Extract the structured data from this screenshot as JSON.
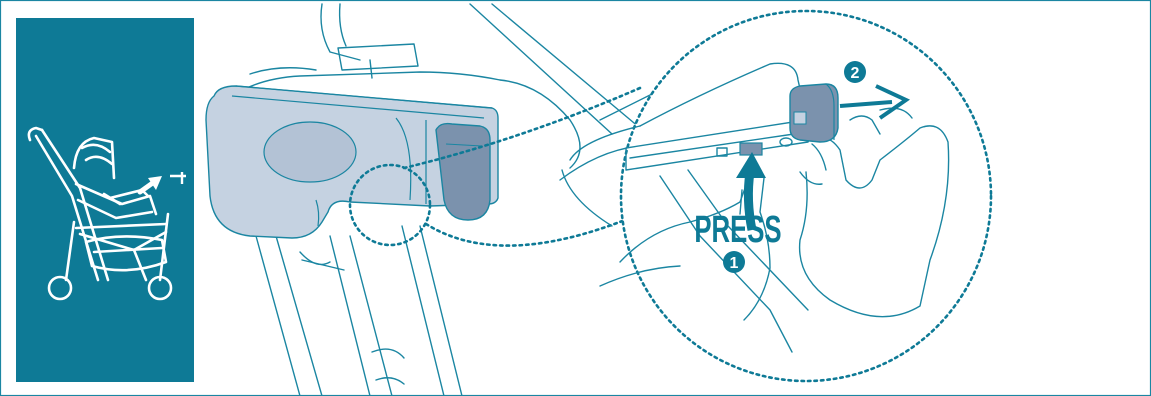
{
  "colors": {
    "accent": "#0e7a96",
    "line": "#1b86a2",
    "fill_light": "#c5d2e1",
    "fill_dark": "#7b92ad",
    "panel_bg": "#0e7a96",
    "text": "#0e7a96"
  },
  "side_panel": {
    "icon": "stroller-icon",
    "arrow_icon": "pull-arrow-icon"
  },
  "detail": {
    "press_label": "PRESS",
    "step1_number": "1",
    "step2_number": "2"
  }
}
